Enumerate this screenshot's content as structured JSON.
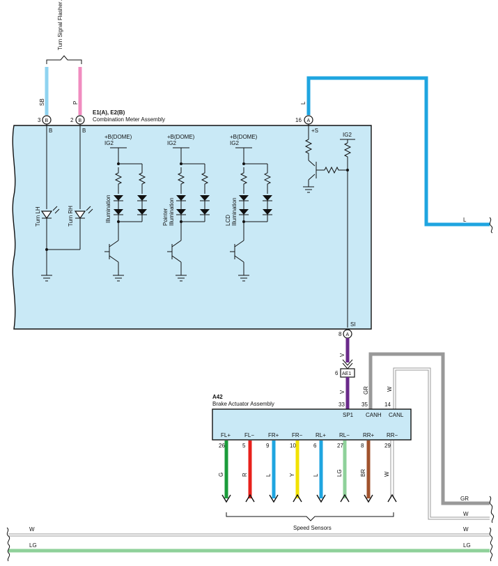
{
  "top": {
    "turn_signal_flasher": "Turn Signal Flasher Assembly"
  },
  "meter": {
    "connector_ids": "E1(A), E2(B)",
    "name": "Combination Meter Assembly",
    "pins": {
      "sb_pin": "3",
      "sb_conn": "B",
      "sb_term": "B",
      "p_pin": "2",
      "p_conn": "B",
      "p_term": "B",
      "l_pin": "16",
      "l_conn": "A",
      "l_term": "+S",
      "si_pin": "8",
      "si_conn": "A",
      "si_term": "SI"
    },
    "lamps": {
      "turn_lh": "Turn LH",
      "turn_rh": "Turn RH"
    },
    "groups": [
      {
        "supply1": "+B(DOME)",
        "supply2": "IG2",
        "label1": "Illumination",
        "label2": ""
      },
      {
        "supply1": "+B(DOME)",
        "supply2": "IG2",
        "label1": "Pointer",
        "label2": "Illumination"
      },
      {
        "supply1": "+B(DOME)",
        "supply2": "IG2",
        "label1": "LCD",
        "label2": "Illumination"
      }
    ],
    "ig2_label": "IG2"
  },
  "wires": {
    "sb": "SB",
    "p": "P",
    "l_top": "L",
    "l_right": "L",
    "v_upper": "V",
    "v_lower": "V",
    "gr_top": "GR",
    "w_top": "W",
    "gr_right": "GR",
    "w_right": "W",
    "w_bottom_left": "W",
    "w_bottom_right": "W",
    "lg_bottom_left": "LG",
    "lg_bottom_right": "LG"
  },
  "junction": {
    "pin": "6",
    "id": "AE1"
  },
  "actuator": {
    "id": "A42",
    "name": "Brake Actuator Assembly",
    "top_terms": [
      {
        "pin": "33",
        "name": "SP1"
      },
      {
        "pin": "35",
        "name": "CANH"
      },
      {
        "pin": "14",
        "name": "CANL"
      }
    ],
    "bottom_terms": [
      {
        "name": "FL+",
        "pin": "26",
        "wire": "G",
        "color": "#1a9c3a"
      },
      {
        "name": "FL−",
        "pin": "5",
        "wire": "R",
        "color": "#e8211c"
      },
      {
        "name": "FR+",
        "pin": "9",
        "wire": "L",
        "color": "#1fa5e0"
      },
      {
        "name": "FR−",
        "pin": "10",
        "wire": "Y",
        "color": "#f2e200"
      },
      {
        "name": "RL+",
        "pin": "6",
        "wire": "L",
        "color": "#1fa5e0"
      },
      {
        "name": "RL−",
        "pin": "27",
        "wire": "LG",
        "color": "#8fd19a"
      },
      {
        "name": "RR+",
        "pin": "8",
        "wire": "BR",
        "color": "#a0522d"
      },
      {
        "name": "RR−",
        "pin": "29",
        "wire": "W",
        "color": "#ffffff"
      }
    ],
    "speed_sensors": "Speed Sensors"
  },
  "colors": {
    "panel": "#c9e9f6",
    "sb": "#8fd3f0",
    "p": "#f08cc0",
    "l": "#1fa5e0",
    "v": "#6a2a8a",
    "gr": "#999999",
    "lg": "#8fd19a"
  }
}
